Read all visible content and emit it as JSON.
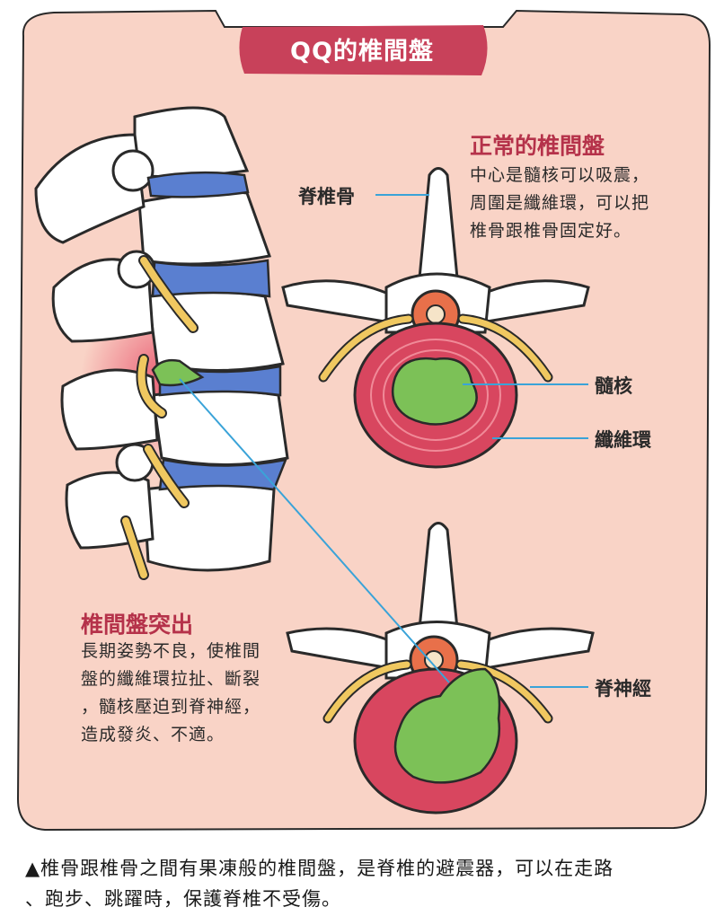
{
  "title": "QQ的椎間盤",
  "normal": {
    "heading": "正常的椎間盤",
    "lines": [
      "中心是髓核可以吸震，",
      "周圍是纖維環，可以把",
      "椎骨跟椎骨固定好。"
    ]
  },
  "herniated": {
    "heading": "椎間盤突出",
    "lines": [
      "長期姿勢不良，使椎間",
      "盤的纖維環拉扯、斷裂",
      "，髓核壓迫到脊神經，",
      "造成發炎、不適。"
    ]
  },
  "labels": {
    "vertebra": "脊椎骨",
    "nucleus": "髓核",
    "annulus": "纖維環",
    "nerve": "脊神經"
  },
  "caption": {
    "line1": "▲椎骨跟椎骨之間有果凍般的椎間盤，是脊椎的避震器，可以在走路",
    "line2": "、跑步、跳躍時，保護脊椎不受傷。"
  },
  "colors": {
    "panel": "#f9d3c6",
    "pill": "#c8415a",
    "disc_outer": "#d8465f",
    "nucleus": "#7cc157",
    "nerve": "#f0c860",
    "disc_spine": "#5a7fd0",
    "bone": "#ffffff",
    "leader": "#3aa3d8"
  }
}
